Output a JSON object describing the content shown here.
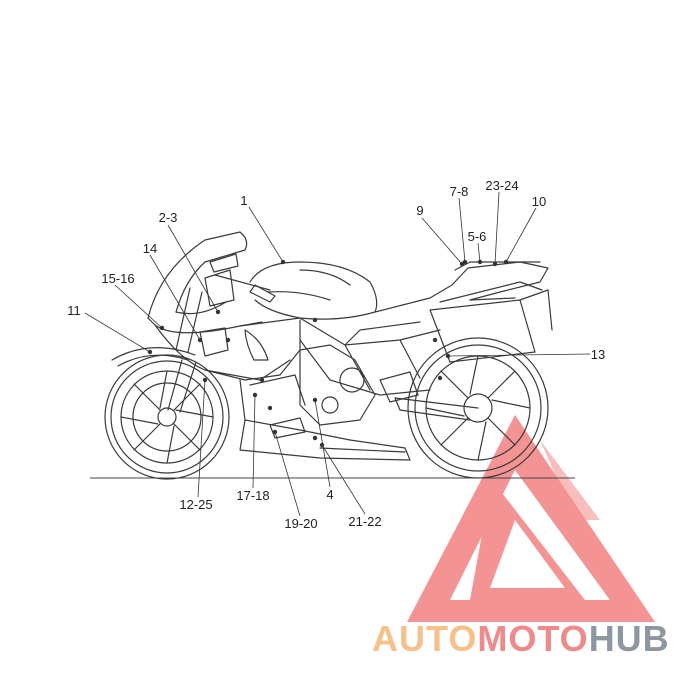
{
  "callouts": [
    {
      "id": "1",
      "text": "1"
    },
    {
      "id": "2-3",
      "text": "2-3"
    },
    {
      "id": "14",
      "text": "14"
    },
    {
      "id": "15-16",
      "text": "15-16"
    },
    {
      "id": "11",
      "text": "11"
    },
    {
      "id": "9",
      "text": "9"
    },
    {
      "id": "7-8",
      "text": "7-8"
    },
    {
      "id": "23-24",
      "text": "23-24"
    },
    {
      "id": "10",
      "text": "10"
    },
    {
      "id": "5-6",
      "text": "5-6"
    },
    {
      "id": "13",
      "text": "13"
    },
    {
      "id": "12-25",
      "text": "12-25"
    },
    {
      "id": "17-18",
      "text": "17-18"
    },
    {
      "id": "4",
      "text": "4"
    },
    {
      "id": "19-20",
      "text": "19-20"
    },
    {
      "id": "21-22",
      "text": "21-22"
    }
  ],
  "watermark": {
    "part1": "AUTO",
    "part2": "MOTO",
    "part3": "HUB",
    "color1": "#f5c089",
    "color2": "#f08a8a",
    "color3": "#8e96a2"
  },
  "colors": {
    "line": "#3a3a3a",
    "logo_triangle": "#f07070"
  }
}
